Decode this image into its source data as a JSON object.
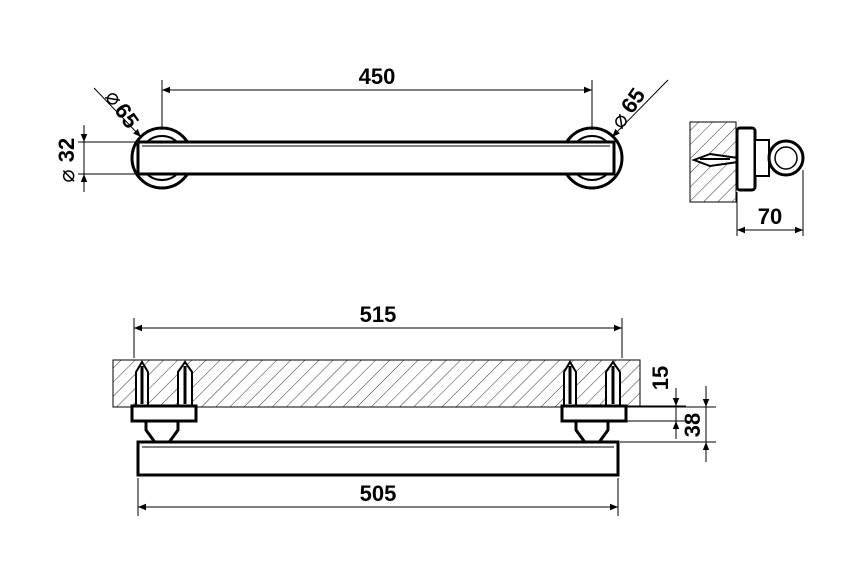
{
  "dimensions": {
    "top_length": "450",
    "left_rosette_diameter": "65",
    "right_rosette_diameter": "65",
    "bar_diameter": "32",
    "projection": "70",
    "overall_width": "515",
    "bar_length": "505",
    "rosette_depth": "15",
    "total_depth": "38"
  },
  "symbols": {
    "diameter": "⌀"
  }
}
